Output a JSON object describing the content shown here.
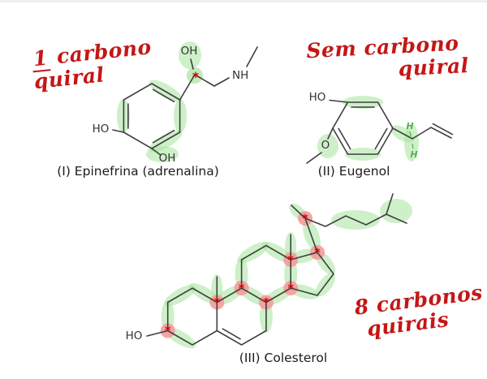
{
  "notes": {
    "epinephrine": {
      "num": "1",
      "line1": "carbono",
      "line2": "quiral"
    },
    "eugenol": {
      "line1": "Sem carbono",
      "line2": "quiral"
    },
    "cholesterol": {
      "line1": "8 carbonos",
      "line2": "quirais"
    }
  },
  "molecules": {
    "epinephrine": {
      "caption": "(I) Epinefrina (adrenalina)",
      "labels": {
        "oh_top": "OH",
        "nh": "NH",
        "ho_left": "HO",
        "oh_bottom": "OH"
      },
      "chiral_marker": "*",
      "chiral_count": 1
    },
    "eugenol": {
      "caption": "(II) Eugenol",
      "labels": {
        "ho": "HO",
        "o": "O",
        "h_top": "H",
        "h_bottom": "H"
      },
      "chiral_count": 0
    },
    "cholesterol": {
      "caption": "(III) Colesterol",
      "labels": {
        "ho": "HO"
      },
      "chiral_marker": "*",
      "chiral_count": 8
    }
  },
  "colors": {
    "ink_red": "#c51616",
    "highlight_green": "#a6e39d",
    "chiral_red_fill": "#f59b9b",
    "asterisk_red": "#d40000",
    "bond": "#3f3f3f",
    "green_h": "#55b54a"
  }
}
